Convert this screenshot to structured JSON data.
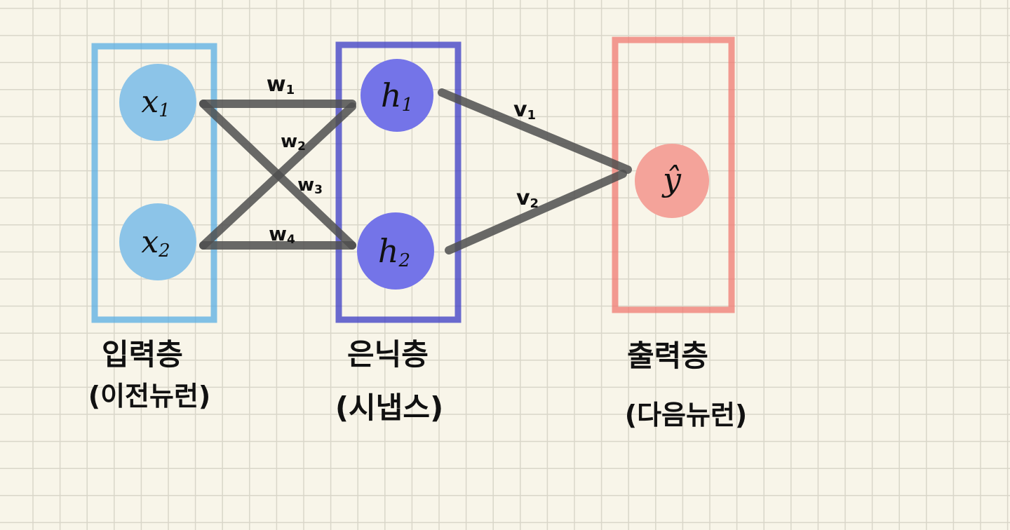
{
  "colors": {
    "background": "#f8f5e9",
    "grid": "#d9d6c9",
    "input": "#5aaee3",
    "input_fill": "#8cc4e8",
    "hidden": "#3b3bc4",
    "hidden_fill": "#7474e8",
    "output": "#f07a72",
    "output_fill": "#f4a39a",
    "edge": "#4f4f4f"
  },
  "nodes": {
    "x1": {
      "sym": "x",
      "sub": "1"
    },
    "x2": {
      "sym": "x",
      "sub": "2"
    },
    "h1": {
      "sym": "h",
      "sub": "1"
    },
    "h2": {
      "sym": "h",
      "sub": "2"
    },
    "y": {
      "sym": "ŷ",
      "sub": ""
    }
  },
  "edges": {
    "w1": {
      "sym": "w",
      "sub": "1"
    },
    "w2": {
      "sym": "w",
      "sub": "2"
    },
    "w3": {
      "sym": "w",
      "sub": "3"
    },
    "w4": {
      "sym": "w",
      "sub": "4"
    },
    "v1": {
      "sym": "v",
      "sub": "1"
    },
    "v2": {
      "sym": "v",
      "sub": "2"
    }
  },
  "layers": {
    "input": {
      "title": "입력층",
      "subtitle": "(이전뉴런)"
    },
    "hidden": {
      "title": "은닉층",
      "subtitle": "(시냅스)"
    },
    "output": {
      "title": "출력층",
      "subtitle": "(다음뉴런)"
    }
  }
}
